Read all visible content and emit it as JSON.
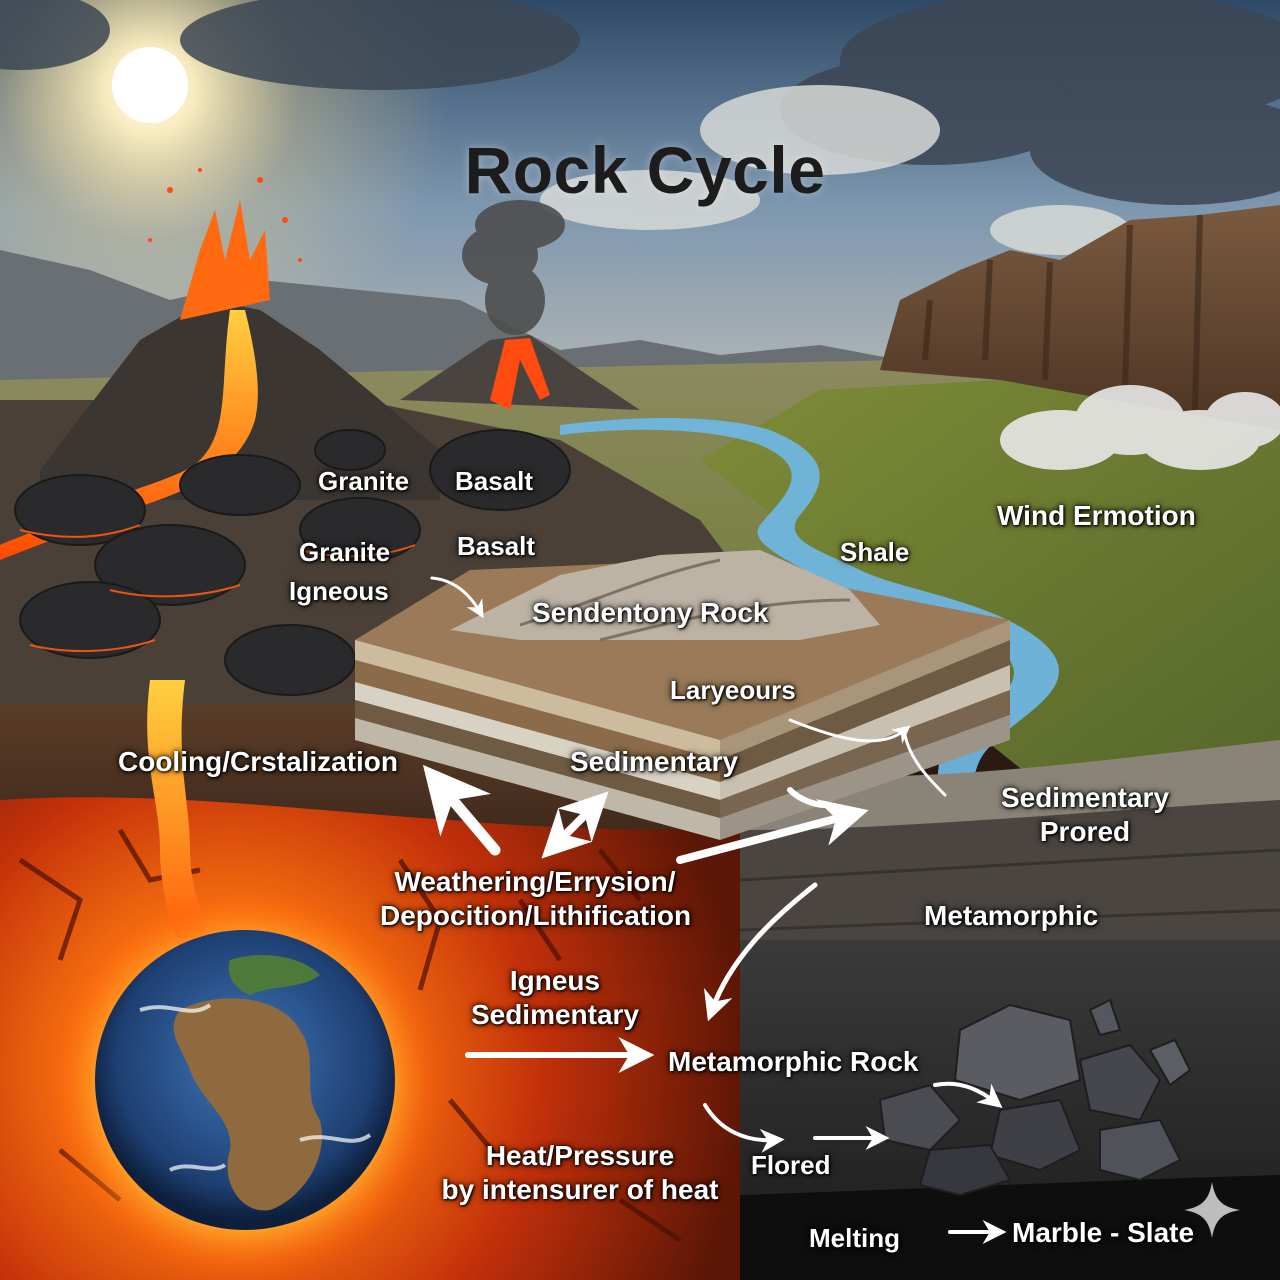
{
  "title": "Rock Cycle",
  "labels": {
    "granite_1": "Granite",
    "basalt_1": "Basalt",
    "granite_2": "Granite",
    "basalt_2": "Basalt",
    "igneous": "Igneous",
    "sedentary_rock": "Sendentony Rock",
    "shale": "Shale",
    "wind_erosion": "Wind Ermotion",
    "layers": "Laryeours",
    "cooling": "Cooling/Crstalization",
    "sedimentary": "Sedimentary",
    "sedimentary_prored_1": "Sedimentary",
    "sedimentary_prored_2": "Prored",
    "weathering_1": "Weathering/Errysion/",
    "weathering_2": "Depocition/Lithification",
    "metamorphic": "Metamorphic",
    "igneus": "Igneus",
    "sedimentary_2": "Sedimentary",
    "metamorphic_rock": "Metamorphic Rock",
    "flored": "Flored",
    "heat_pressure_1": "Heat/Pressure",
    "heat_pressure_2": "by intensurer of heat",
    "melting": "Melting",
    "marble_slate": "Marble - Slate"
  },
  "colors": {
    "sky_top": "#3d5a78",
    "sky_sun": "#fff2c8",
    "grass": "#7b8a33",
    "river": "#6fb6e0",
    "lava": "#ff5a0a",
    "magma_dark": "#6a1a05",
    "soil": "#4e3423",
    "slab_top": "#9a7a58",
    "ocean": "#2f5f9e",
    "land": "#8f6a3e"
  }
}
